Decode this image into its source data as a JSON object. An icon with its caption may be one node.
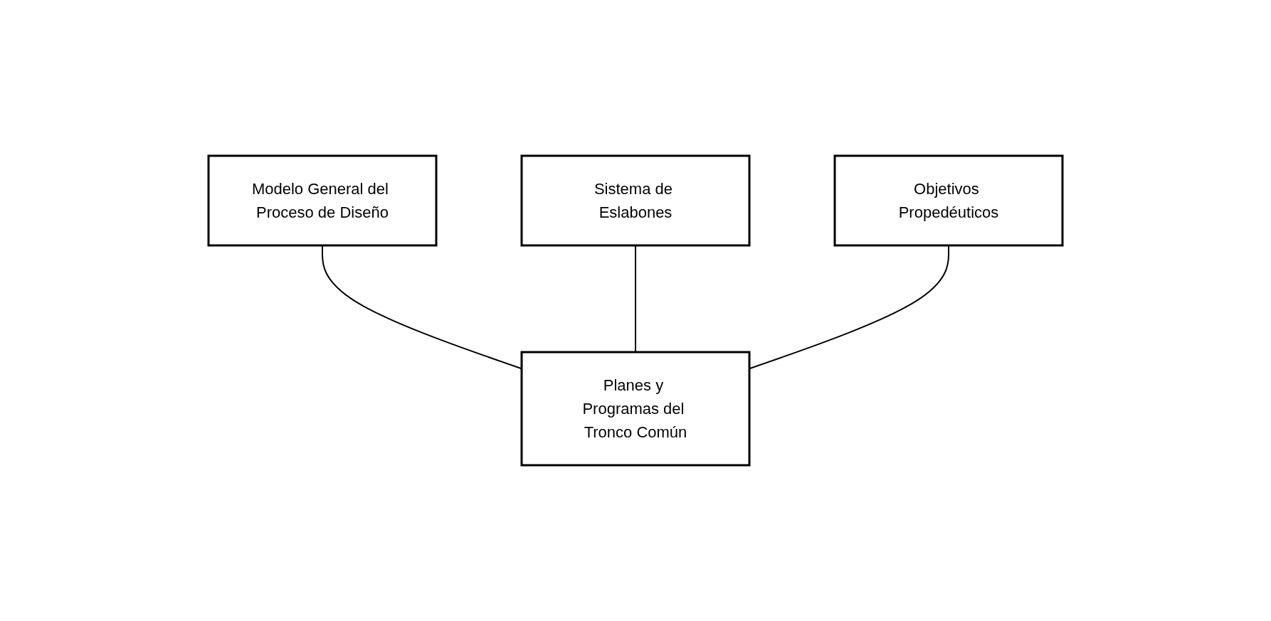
{
  "diagram": {
    "nodes": [
      {
        "text": [
          "Modelo General del Proceso de Diseño"
        ]
      },
      {
        "text": [
          "Sistema de Eslabones"
        ]
      },
      {
        "text": [
          "Objetivos Propedéuticos"
        ]
      },
      {
        "text": [
          "Planes y Programas del Tronco Común"
        ]
      }
    ],
    "edges": [
      {
        "from": 0,
        "to": 3,
        "arrow": "none"
      },
      {
        "from": 1,
        "to": 3,
        "arrow": "none"
      },
      {
        "from": 2,
        "to": 3,
        "arrow": "none"
      }
    ]
  }
}
